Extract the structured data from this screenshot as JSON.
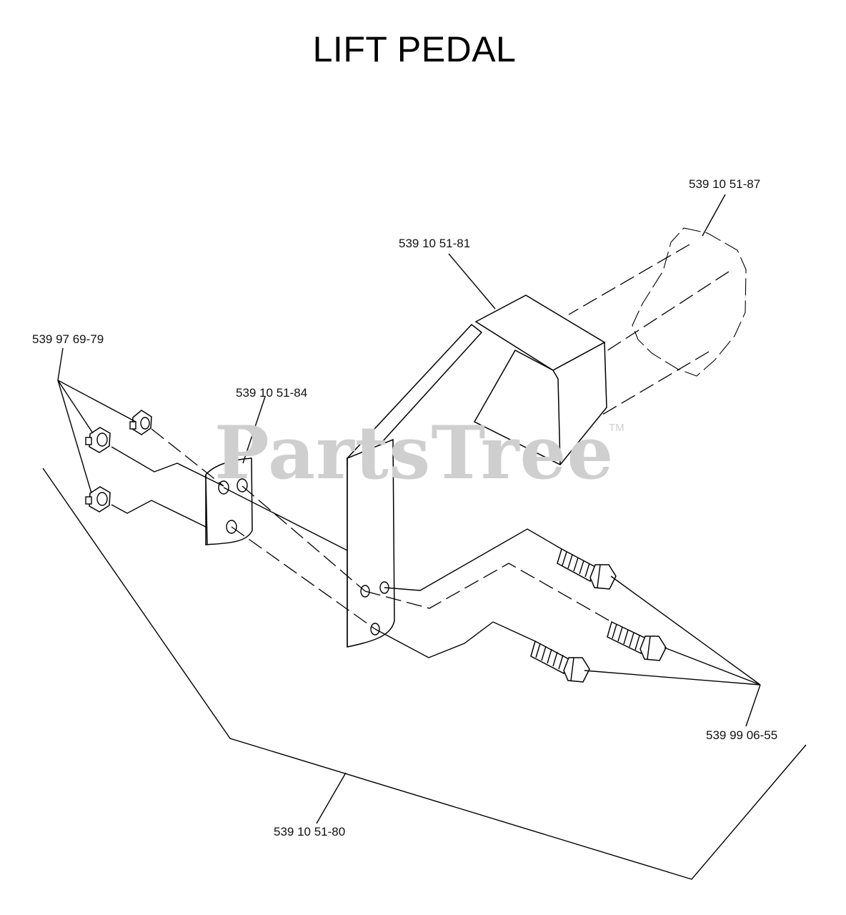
{
  "title": "LIFT PEDAL",
  "watermark": {
    "text": "PartsTree",
    "mark": "TM"
  },
  "labels": {
    "pad": "539 10 51-87",
    "pedal_arm": "539 10 51-81",
    "nuts": "539 97 69-79",
    "plate": "539 10 51-84",
    "bolts": "539 99 06-55",
    "assembly": "539 10 51-80"
  }
}
